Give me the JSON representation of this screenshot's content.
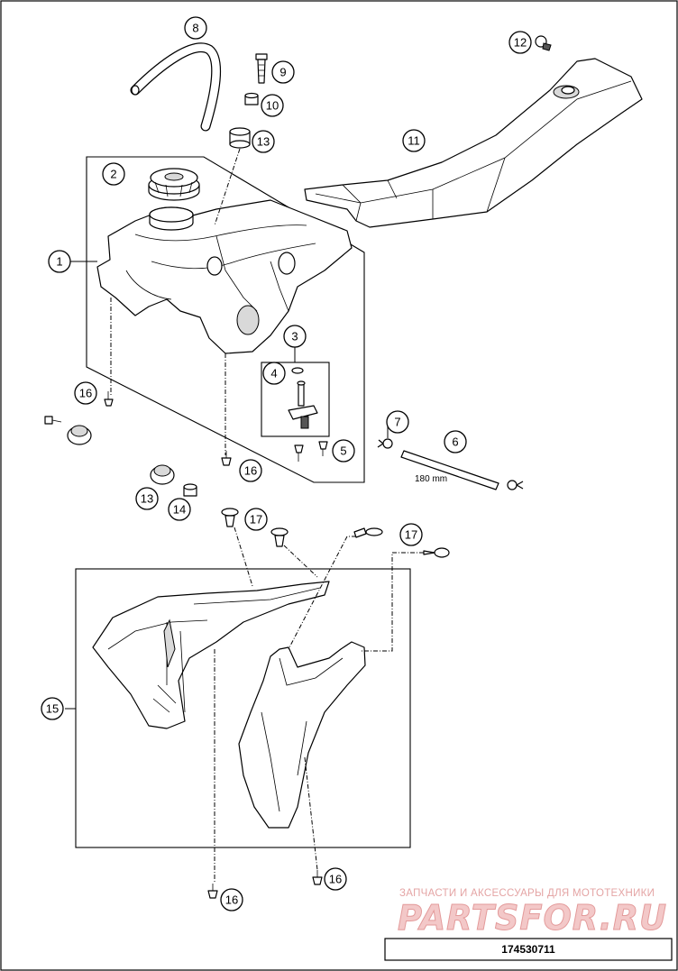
{
  "diagram": {
    "document_number": "174530711",
    "dimension_label": "180 mm",
    "watermark": {
      "tagline": "ЗАПЧАСТИ И АКСЕССУАРЫ ДЛЯ МОТОТЕХНИКИ",
      "brand": "PARTSFOR.RU"
    },
    "callouts": {
      "c1": "1",
      "c2": "2",
      "c3": "3",
      "c4": "4",
      "c5": "5",
      "c6": "6",
      "c7": "7",
      "c8": "8",
      "c9": "9",
      "c10": "10",
      "c11": "11",
      "c12": "12",
      "c13a": "13",
      "c13b": "13",
      "c14": "14",
      "c15": "15",
      "c16a": "16",
      "c16b": "16",
      "c16c": "16",
      "c16d": "16",
      "c17a": "17",
      "c17b": "17"
    }
  }
}
